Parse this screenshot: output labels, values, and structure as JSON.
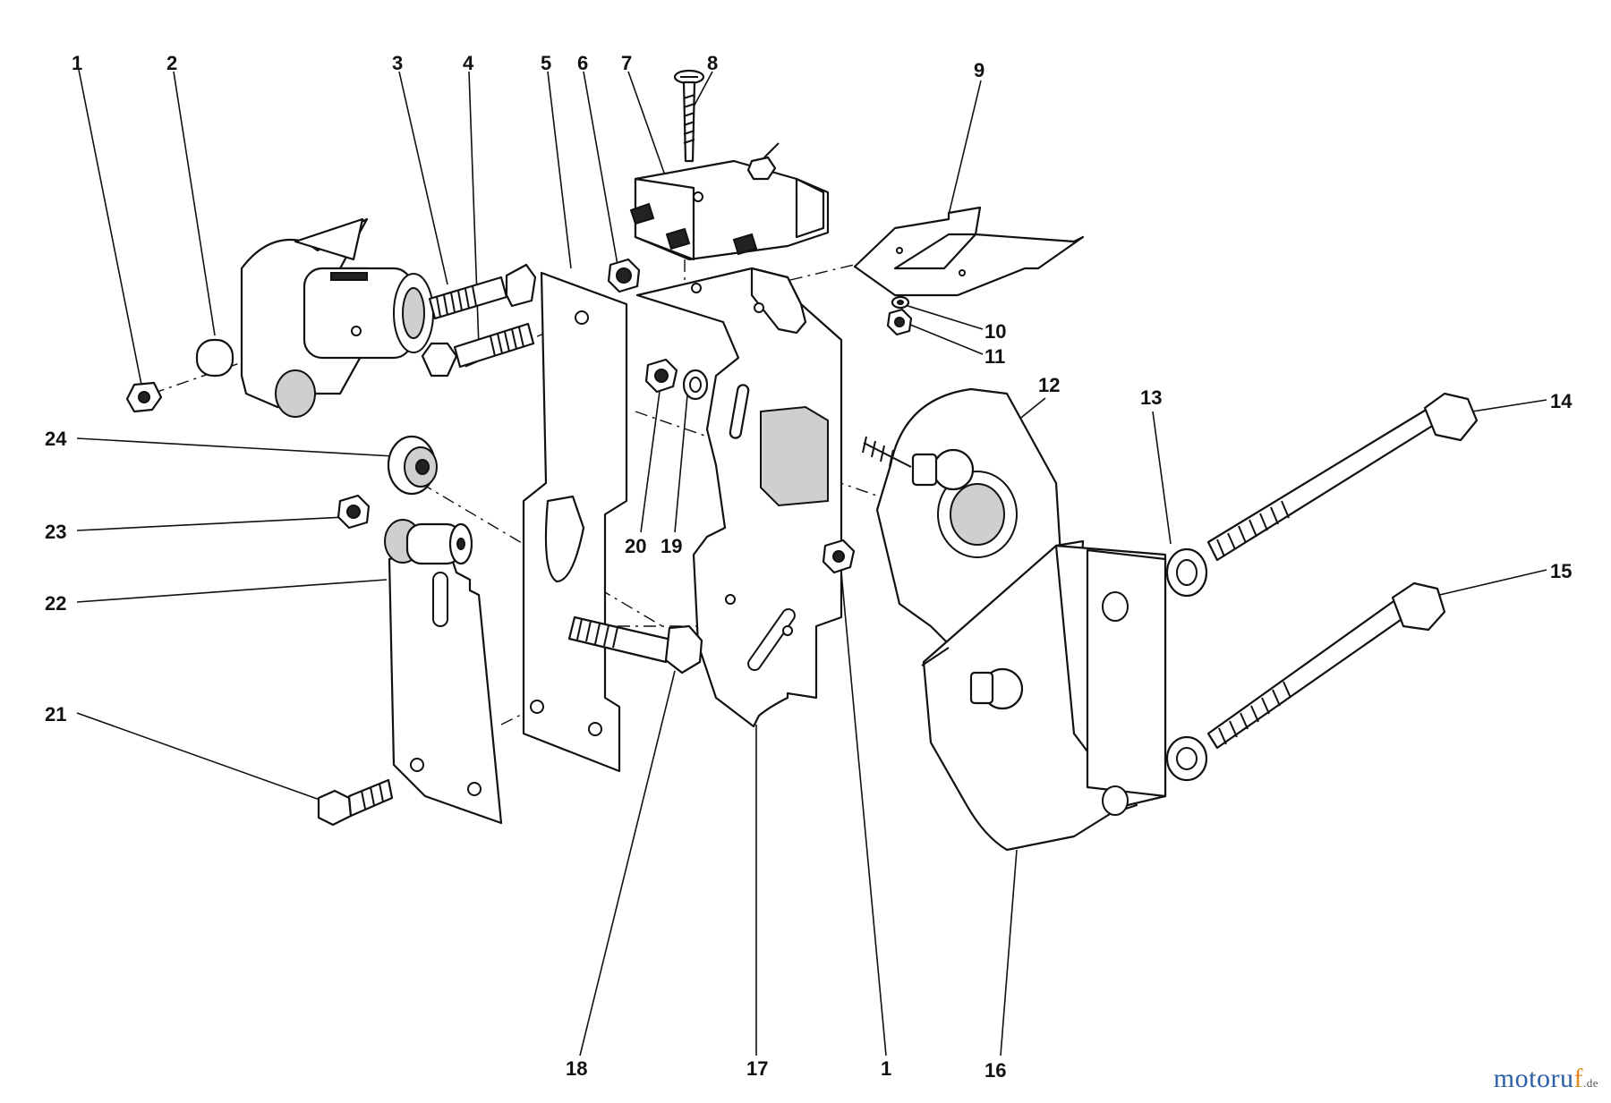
{
  "watermark": {
    "brand": "motoru",
    "accent": "f",
    "tld": ".de"
  },
  "callouts": {
    "c1a": "1",
    "c2": "2",
    "c3": "3",
    "c4": "4",
    "c5": "5",
    "c6": "6",
    "c7": "7",
    "c8": "8",
    "c9": "9",
    "c10": "10",
    "c11": "11",
    "c12": "12",
    "c13": "13",
    "c14": "14",
    "c15": "15",
    "c16": "16",
    "c17": "17",
    "c18": "18",
    "c1b": "1",
    "c19": "19",
    "c20": "20",
    "c21": "21",
    "c22": "22",
    "c23": "23",
    "c24": "24"
  },
  "colors": {
    "ink": "#111111",
    "paper": "#ffffff",
    "brand_blue": "#2b5fa8",
    "brand_orange": "#e08a1e"
  }
}
